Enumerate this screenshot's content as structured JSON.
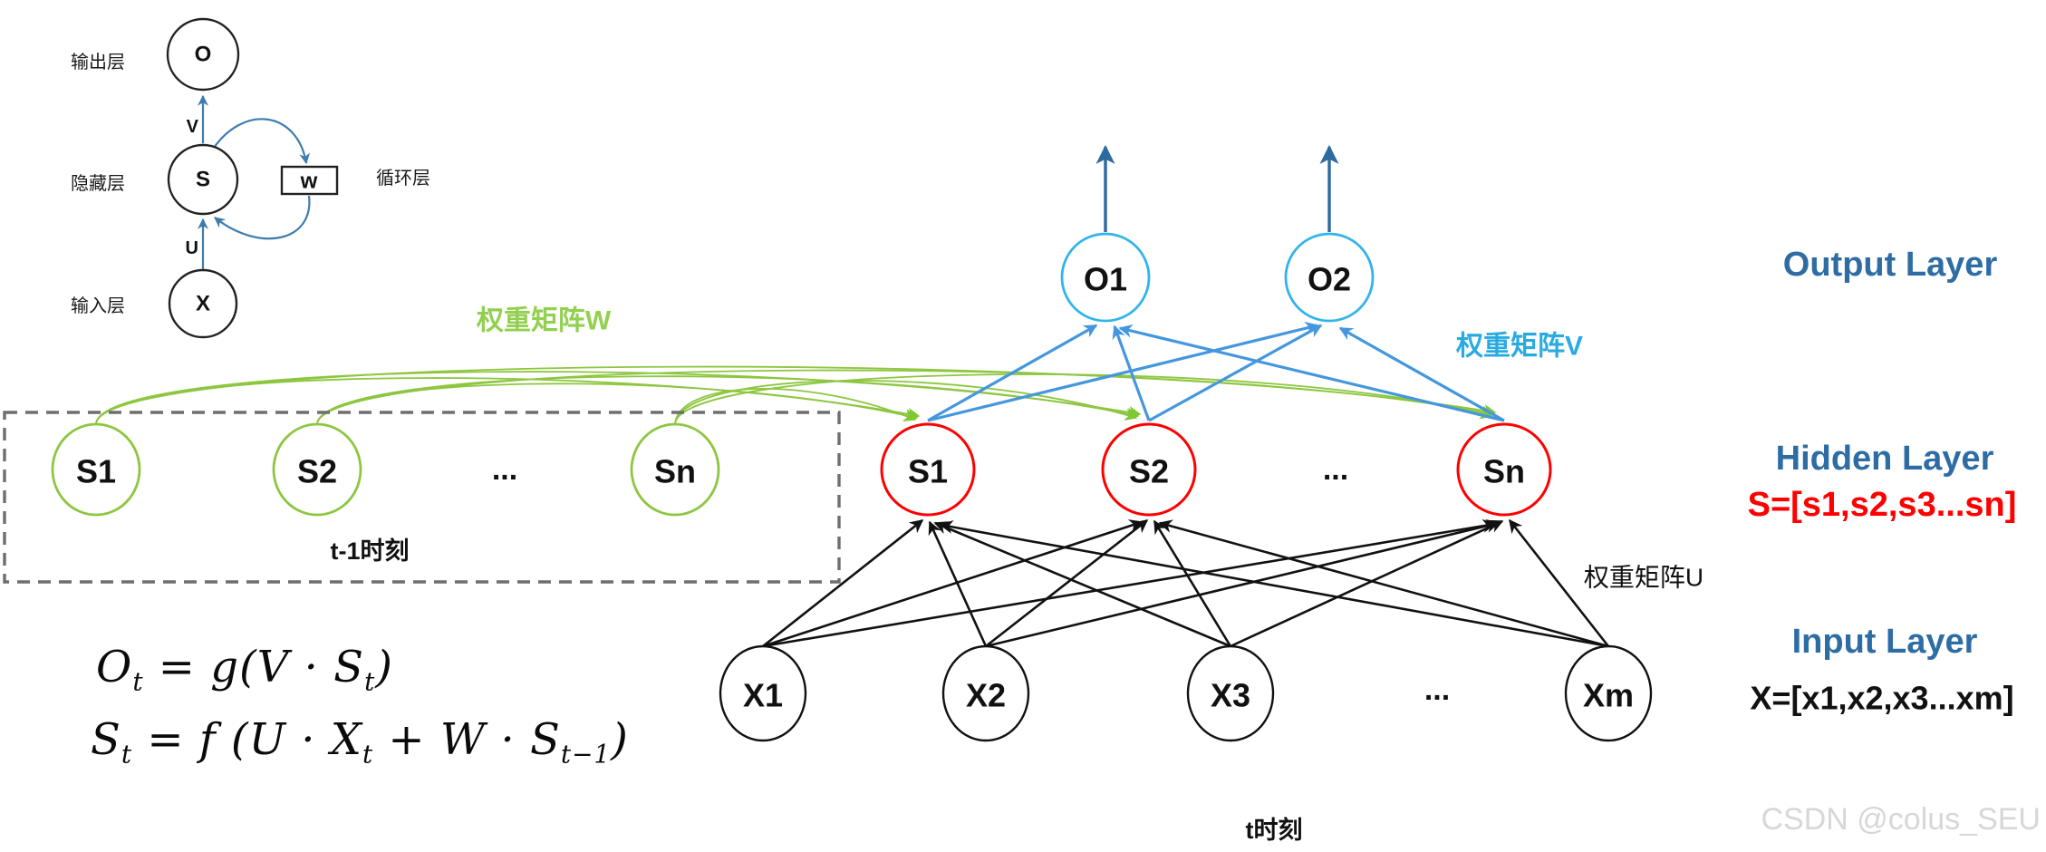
{
  "mini_diagram": {
    "output_layer_label": "输出层",
    "hidden_layer_label": "隐藏层",
    "input_layer_label": "输入层",
    "recurrent_layer_label": "循环层",
    "node_o": "O",
    "node_s": "S",
    "node_x": "X",
    "node_w": "w",
    "edge_v": "V",
    "edge_u": "U"
  },
  "prev_hidden": {
    "node1": "S1",
    "node2": "S2",
    "dots": "...",
    "noden": "Sn",
    "time_label": "t-1时刻"
  },
  "hidden": {
    "node1": "S1",
    "node2": "S2",
    "dots": "...",
    "noden": "Sn"
  },
  "output": {
    "node1": "O1",
    "node2": "O2"
  },
  "input": {
    "node1": "X1",
    "node2": "X2",
    "node3": "X3",
    "dots": "...",
    "nodem": "Xm",
    "time_label": "t时刻"
  },
  "weight_labels": {
    "w": "权重矩阵W",
    "v": "权重矩阵V",
    "u": "权重矩阵U"
  },
  "side_labels": {
    "output": "Output Layer",
    "hidden": "Hidden Layer",
    "hidden_vector": "S=[s1,s2,s3...sn]",
    "input": "Input Layer",
    "input_vector": "X=[x1,x2,x3...xm]"
  },
  "formulas": {
    "f1": {
      "v1": "O",
      "sub1": "t",
      "mid1": " = g(V · S",
      "sub2": "t",
      "end": ")"
    },
    "f2": {
      "v1": "S",
      "sub1": "t",
      "mid1": " = f (U · X",
      "sub2": "t",
      "mid2": " + W · S",
      "sub3": "t−1",
      "end": ")"
    }
  },
  "watermark": "CSDN @colus_SEU",
  "colors": {
    "green": "#8dc63f",
    "red": "#ff0000",
    "cyan_circle": "#30b4ea",
    "cyan_text": "#29abe2",
    "blue_edge": "#4597dd",
    "dark_blue_arrow": "#2d6a9f",
    "mini_blue": "#3f7cae",
    "side_label_blue": "#2e6da4",
    "watermark_gray": "#d7d7d7"
  }
}
